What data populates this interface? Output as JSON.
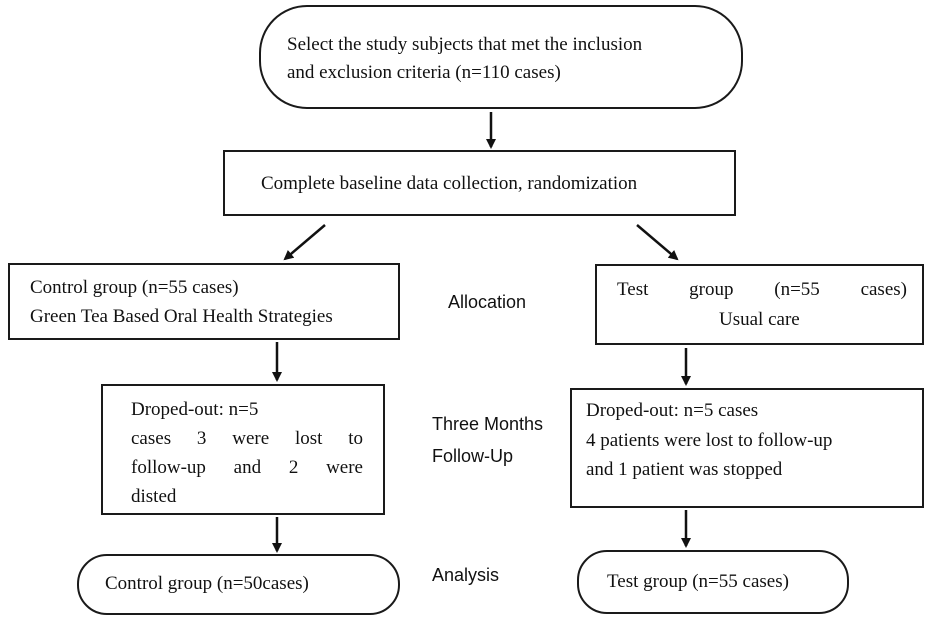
{
  "nodes": {
    "start": {
      "line1": "Select the study subjects that met the inclusion",
      "line2": "and exclusion criteria (n=110 cases)"
    },
    "baseline": {
      "text": "Complete baseline data collection, randomization"
    },
    "control_group": {
      "line1": "Control group (n=55 cases)",
      "line2": "Green Tea Based Oral Health Strategies"
    },
    "test_group": {
      "line1a": "Test",
      "line1b": "group",
      "line1c": "(n=55",
      "line1d": "cases)",
      "line2": "Usual care"
    },
    "control_dropout": {
      "line1": "Droped-out: n=5",
      "line2a": "cases",
      "line2b": "3",
      "line2c": "were",
      "line2d": "lost",
      "line2e": "to",
      "line3a": "follow-up",
      "line3b": "and",
      "line3c": "2",
      "line3d": "were",
      "line4": "disted"
    },
    "test_dropout": {
      "line1": "Droped-out: n=5 cases",
      "line2": "4 patients were lost to follow-up",
      "line3": "and 1 patient was stopped"
    },
    "control_analysis": {
      "text": "Control group (n=50cases)"
    },
    "test_analysis": {
      "text": "Test group (n=55 cases)"
    }
  },
  "stages": {
    "allocation": "Allocation",
    "followup_line1": "Three Months",
    "followup_line2": "Follow-Up",
    "analysis": "Analysis"
  }
}
